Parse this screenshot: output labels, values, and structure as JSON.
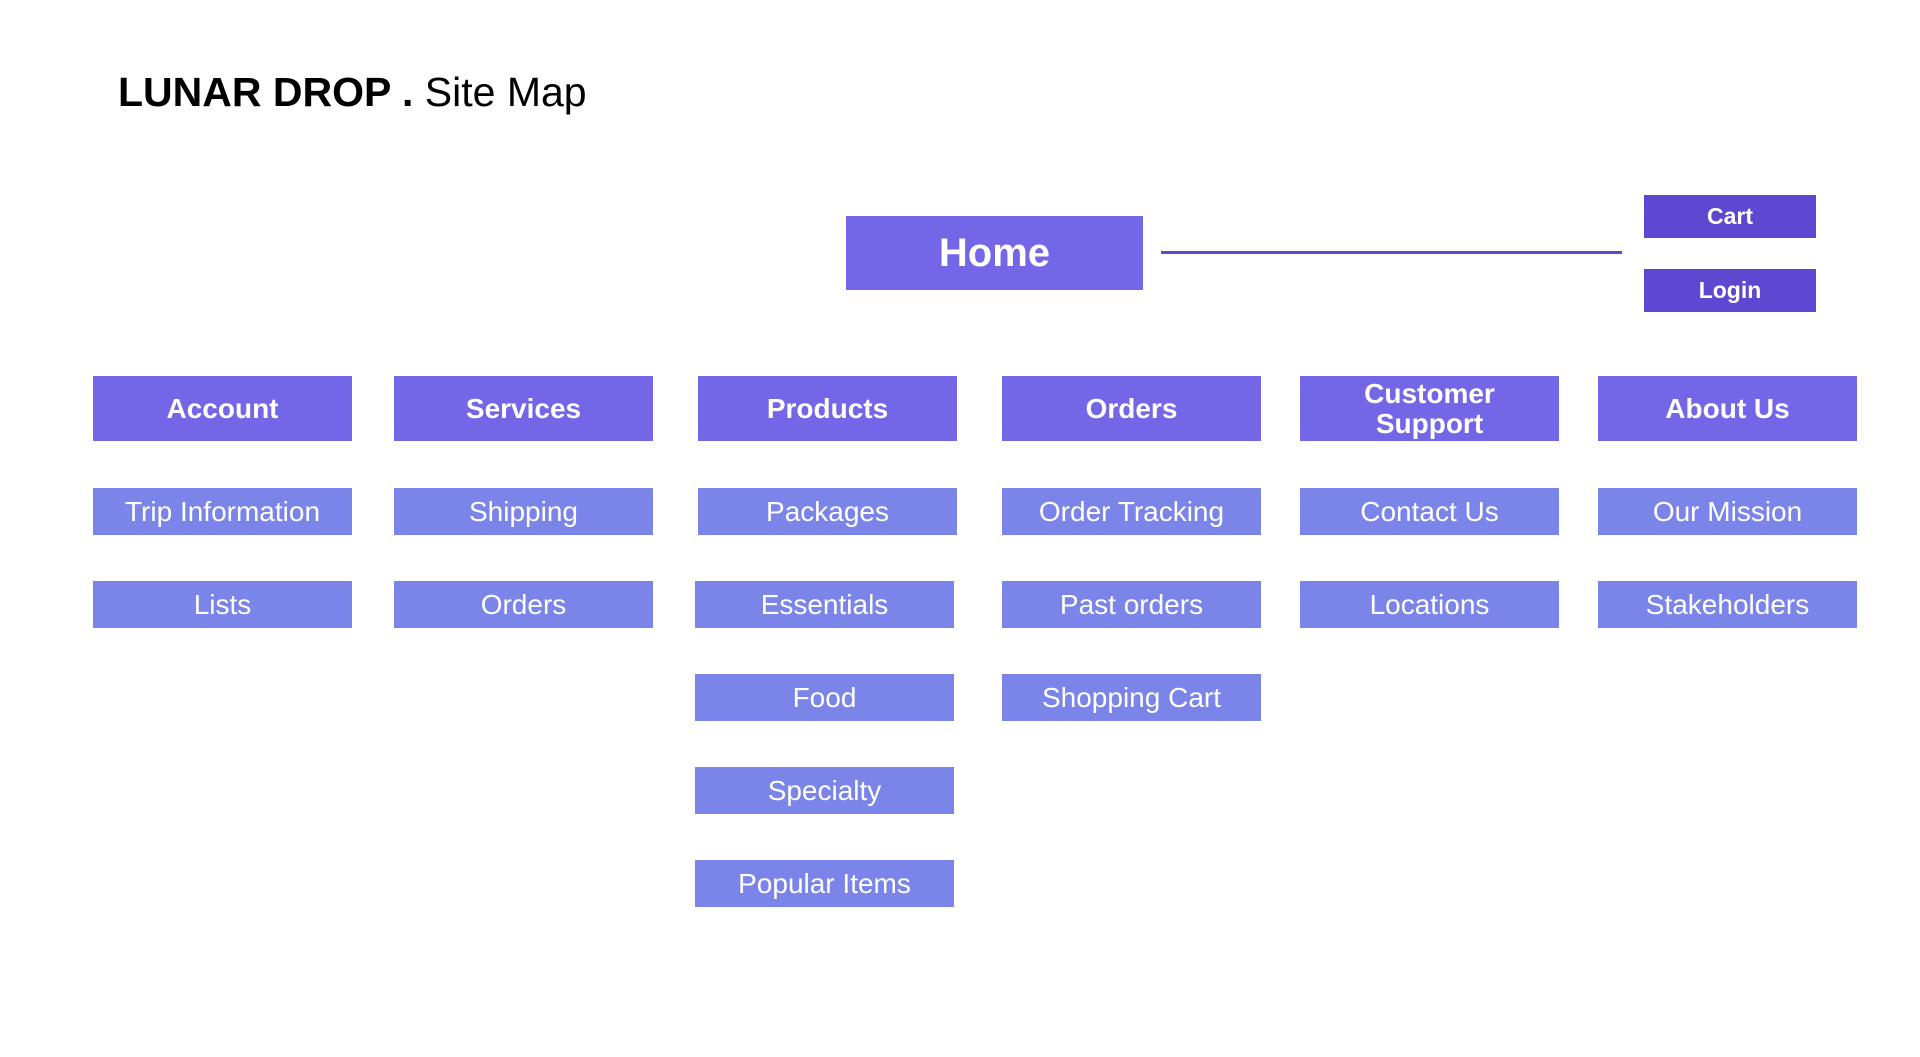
{
  "title": {
    "brand": "LUNAR DROP .",
    "subtitle": "Site Map"
  },
  "home": {
    "label": "Home"
  },
  "utility_links": [
    {
      "label": "Cart"
    },
    {
      "label": "Login"
    }
  ],
  "colors": {
    "primary_box": "#7366e7",
    "utility_box": "#5e48d1",
    "child_box": "#7a84e9",
    "connector": "#5b4ccc",
    "text_on_box": "#ffffff",
    "title_text": "#000000"
  },
  "sections": [
    {
      "label": "Account",
      "children": [
        "Trip Information",
        "Lists"
      ]
    },
    {
      "label": "Services",
      "children": [
        "Shipping",
        "Orders"
      ]
    },
    {
      "label": "Products",
      "children": [
        "Packages",
        "Essentials",
        "Food",
        "Specialty",
        "Popular Items"
      ]
    },
    {
      "label": "Orders",
      "children": [
        "Order Tracking",
        "Past orders",
        "Shopping Cart"
      ]
    },
    {
      "label": "Customer Support",
      "children": [
        "Contact Us",
        "Locations"
      ]
    },
    {
      "label": "About Us",
      "children": [
        "Our Mission",
        "Stakeholders"
      ]
    }
  ]
}
